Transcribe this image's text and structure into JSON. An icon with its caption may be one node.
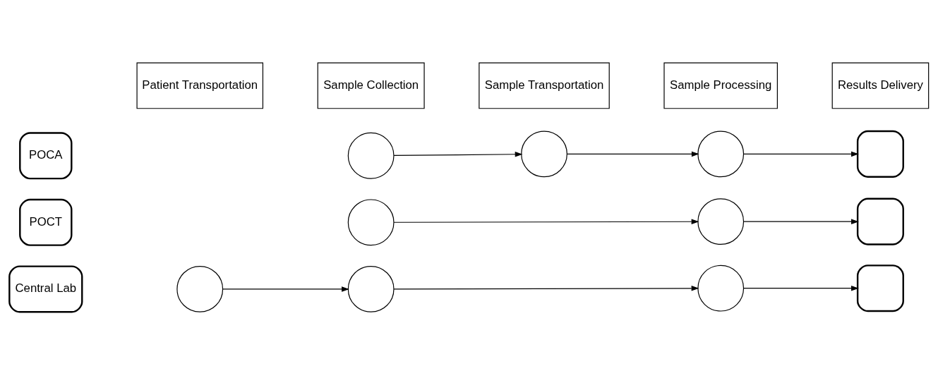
{
  "diagram": {
    "nodes": [
      {
        "text": [
          "Patient Transportation"
        ]
      },
      {
        "text": [
          "Sample Collection"
        ]
      },
      {
        "text": [
          "Sample Transportation"
        ]
      },
      {
        "text": [
          "Sample Processing"
        ]
      },
      {
        "text": [
          "Results Delivery"
        ]
      },
      {
        "text": [
          "POCA"
        ]
      },
      {
        "text": [],
        "shape": "circle"
      },
      {
        "text": [],
        "shape": "circle"
      },
      {
        "text": [],
        "shape": "circle"
      },
      {
        "text": [],
        "shape": "box"
      },
      {
        "text": [
          "POCT"
        ]
      },
      {
        "text": [],
        "shape": "circle"
      },
      {
        "text": [],
        "shape": "circle"
      },
      {
        "text": [],
        "shape": "box"
      },
      {
        "text": [
          "Central Lab"
        ]
      },
      {
        "text": [],
        "shape": "circle"
      },
      {
        "text": [],
        "shape": "circle"
      },
      {
        "text": [],
        "shape": "circle"
      },
      {
        "text": [],
        "shape": "box"
      }
    ],
    "edges": [
      {
        "from": 6,
        "to": 7,
        "arrow": "to"
      },
      {
        "from": 7,
        "to": 8,
        "arrow": "to"
      },
      {
        "from": 8,
        "to": 9,
        "arrow": "to"
      },
      {
        "from": 11,
        "to": 12,
        "arrow": "to"
      },
      {
        "from": 12,
        "to": 13,
        "arrow": "to"
      },
      {
        "from": 15,
        "to": 16,
        "arrow": "to"
      },
      {
        "from": 16,
        "to": 17,
        "arrow": "to"
      },
      {
        "from": 17,
        "to": 18,
        "arrow": "to"
      }
    ]
  }
}
